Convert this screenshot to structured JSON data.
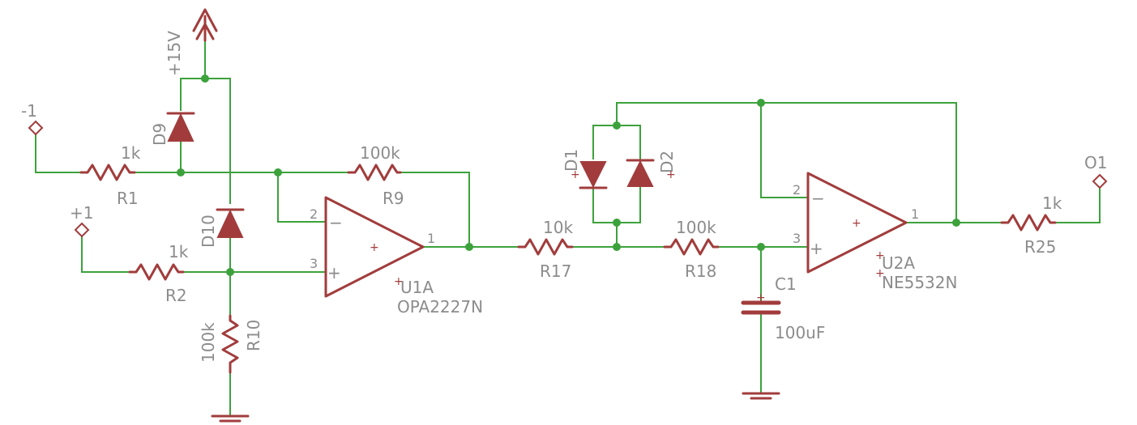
{
  "ports": {
    "in_neg": "-1",
    "in_pos": "+1",
    "out": "O1",
    "supply": "+15V"
  },
  "resistors": {
    "r1": {
      "name": "R1",
      "value": "1k"
    },
    "r2": {
      "name": "R2",
      "value": "1k"
    },
    "r9": {
      "name": "R9",
      "value": "100k"
    },
    "r10": {
      "name": "R10",
      "value": "100k"
    },
    "r17": {
      "name": "R17",
      "value": "10k"
    },
    "r18": {
      "name": "R18",
      "value": "100k"
    },
    "r25": {
      "name": "R25",
      "value": "1k"
    }
  },
  "capacitor": {
    "name": "C1",
    "value": "100uF"
  },
  "diodes": {
    "d1": "D1",
    "d2": "D2",
    "d9": "D9",
    "d10": "D10"
  },
  "opamps": {
    "u1": {
      "name": "U1A",
      "part": "OPA2227N",
      "pin_inv": "2",
      "pin_noninv": "3",
      "pin_out": "1"
    },
    "u2": {
      "name": "U2A",
      "part": "NE5532N",
      "pin_inv": "2",
      "pin_noninv": "3",
      "pin_out": "1"
    }
  },
  "symbols": {
    "minus": "−",
    "plus": "+"
  },
  "colors": {
    "wire": "#3ca23c",
    "component": "#a23c3c",
    "label": "#8c8c8c"
  }
}
